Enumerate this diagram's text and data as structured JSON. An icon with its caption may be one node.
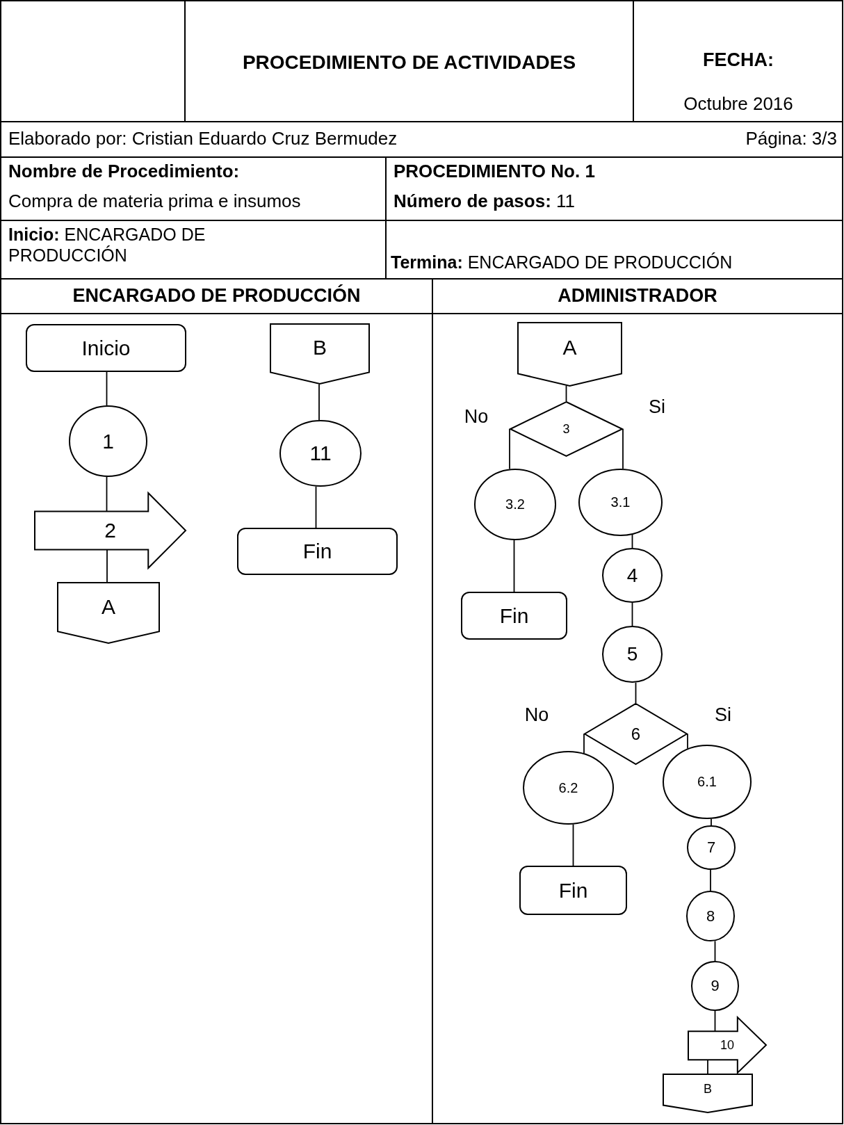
{
  "diagram": {
    "title": "PROCEDIMIENTO DE ACTIVIDADES",
    "nodes": [
      {
        "text": [
          "ENCARGADO DE PRODUCCIÓN"
        ]
      },
      {
        "text": [
          "ADMINISTRADOR"
        ]
      },
      {
        "text": [
          "Inicio"
        ],
        "in": 0
      },
      {
        "text": [
          "1"
        ],
        "in": 0
      },
      {
        "text": [
          "2"
        ],
        "in": 0
      },
      {
        "text": [
          "A"
        ],
        "in": 0
      },
      {
        "text": [
          "B"
        ],
        "in": 0
      },
      {
        "text": [
          "11"
        ],
        "in": 0
      },
      {
        "text": [
          "Fin"
        ],
        "in": 0
      },
      {
        "text": [
          "A"
        ],
        "in": 1
      },
      {
        "text": [
          "3"
        ],
        "in": 1
      },
      {
        "text": [
          "3.2"
        ],
        "in": 1
      },
      {
        "text": [
          "3.1"
        ],
        "in": 1
      },
      {
        "text": [
          "Fin"
        ],
        "in": 1
      },
      {
        "text": [
          "4"
        ],
        "in": 1
      },
      {
        "text": [
          "5"
        ],
        "in": 1
      },
      {
        "text": [
          "6"
        ],
        "in": 1
      },
      {
        "text": [
          "6.2"
        ],
        "in": 1
      },
      {
        "text": [
          "6.1"
        ],
        "in": 1
      },
      {
        "text": [
          "Fin"
        ],
        "in": 1
      },
      {
        "text": [
          "7"
        ],
        "in": 1
      },
      {
        "text": [
          "8"
        ],
        "in": 1
      },
      {
        "text": [
          "9"
        ],
        "in": 1
      },
      {
        "text": [
          "10"
        ],
        "in": 1
      },
      {
        "text": [
          "B"
        ],
        "in": 1
      }
    ],
    "edges": [
      {
        "from": 2,
        "to": 3,
        "arrow": "none"
      },
      {
        "from": 3,
        "to": 4,
        "arrow": "none"
      },
      {
        "from": 4,
        "to": 5,
        "arrow": "none"
      },
      {
        "from": 6,
        "to": 7,
        "arrow": "none"
      },
      {
        "from": 7,
        "to": 8,
        "arrow": "none"
      },
      {
        "from": 9,
        "to": 10,
        "arrow": "none"
      },
      {
        "from": 10,
        "to": 11,
        "arrow": "none",
        "label": "No"
      },
      {
        "from": 10,
        "to": 12,
        "arrow": "none",
        "label": "Si"
      },
      {
        "from": 11,
        "to": 13,
        "arrow": "none"
      },
      {
        "from": 12,
        "to": 14,
        "arrow": "none"
      },
      {
        "from": 14,
        "to": 15,
        "arrow": "none"
      },
      {
        "from": 15,
        "to": 16,
        "arrow": "none"
      },
      {
        "from": 16,
        "to": 17,
        "arrow": "none",
        "label": "No"
      },
      {
        "from": 16,
        "to": 18,
        "arrow": "none",
        "label": "Si"
      },
      {
        "from": 17,
        "to": 19,
        "arrow": "none"
      },
      {
        "from": 18,
        "to": 20,
        "arrow": "none"
      },
      {
        "from": 20,
        "to": 21,
        "arrow": "none"
      },
      {
        "from": 21,
        "to": 22,
        "arrow": "none"
      },
      {
        "from": 22,
        "to": 23,
        "arrow": "none"
      },
      {
        "from": 23,
        "to": 24,
        "arrow": "none"
      }
    ],
    "labels": [
      "FECHA:",
      "Octubre 2016",
      "Elaborado por: Cristian Eduardo Cruz Bermudez",
      "Página: 3/3",
      "Nombre de Procedimiento:",
      "Compra de materia prima e insumos",
      "PROCEDIMIENTO No. 1",
      "**Número de pasos:** 11",
      "**Inicio:** ENCARGADO  DE PRODUCCIÓN",
      "**Termina:** ENCARGADO DE PRODUCCIÓN"
    ]
  }
}
